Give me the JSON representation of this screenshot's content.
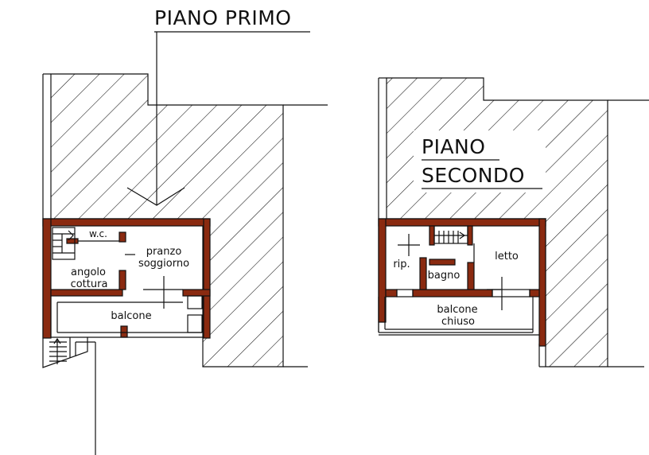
{
  "plans": {
    "primo": {
      "title": "PIANO PRIMO",
      "rooms": {
        "wc": "w.c.",
        "pranzo": "pranzo",
        "soggiorno": "soggiorno",
        "angolo": "angolo",
        "cottura": "cottura",
        "balcone": "balcone"
      }
    },
    "secondo": {
      "title_line1": "PIANO",
      "title_line2": "SECONDO",
      "rooms": {
        "rip": "rip.",
        "bagno": "bagno",
        "letto": "letto",
        "balcone": "balcone",
        "chiuso": "chiuso"
      }
    }
  },
  "colors": {
    "wall": "#8a2a10",
    "line": "#111111"
  }
}
